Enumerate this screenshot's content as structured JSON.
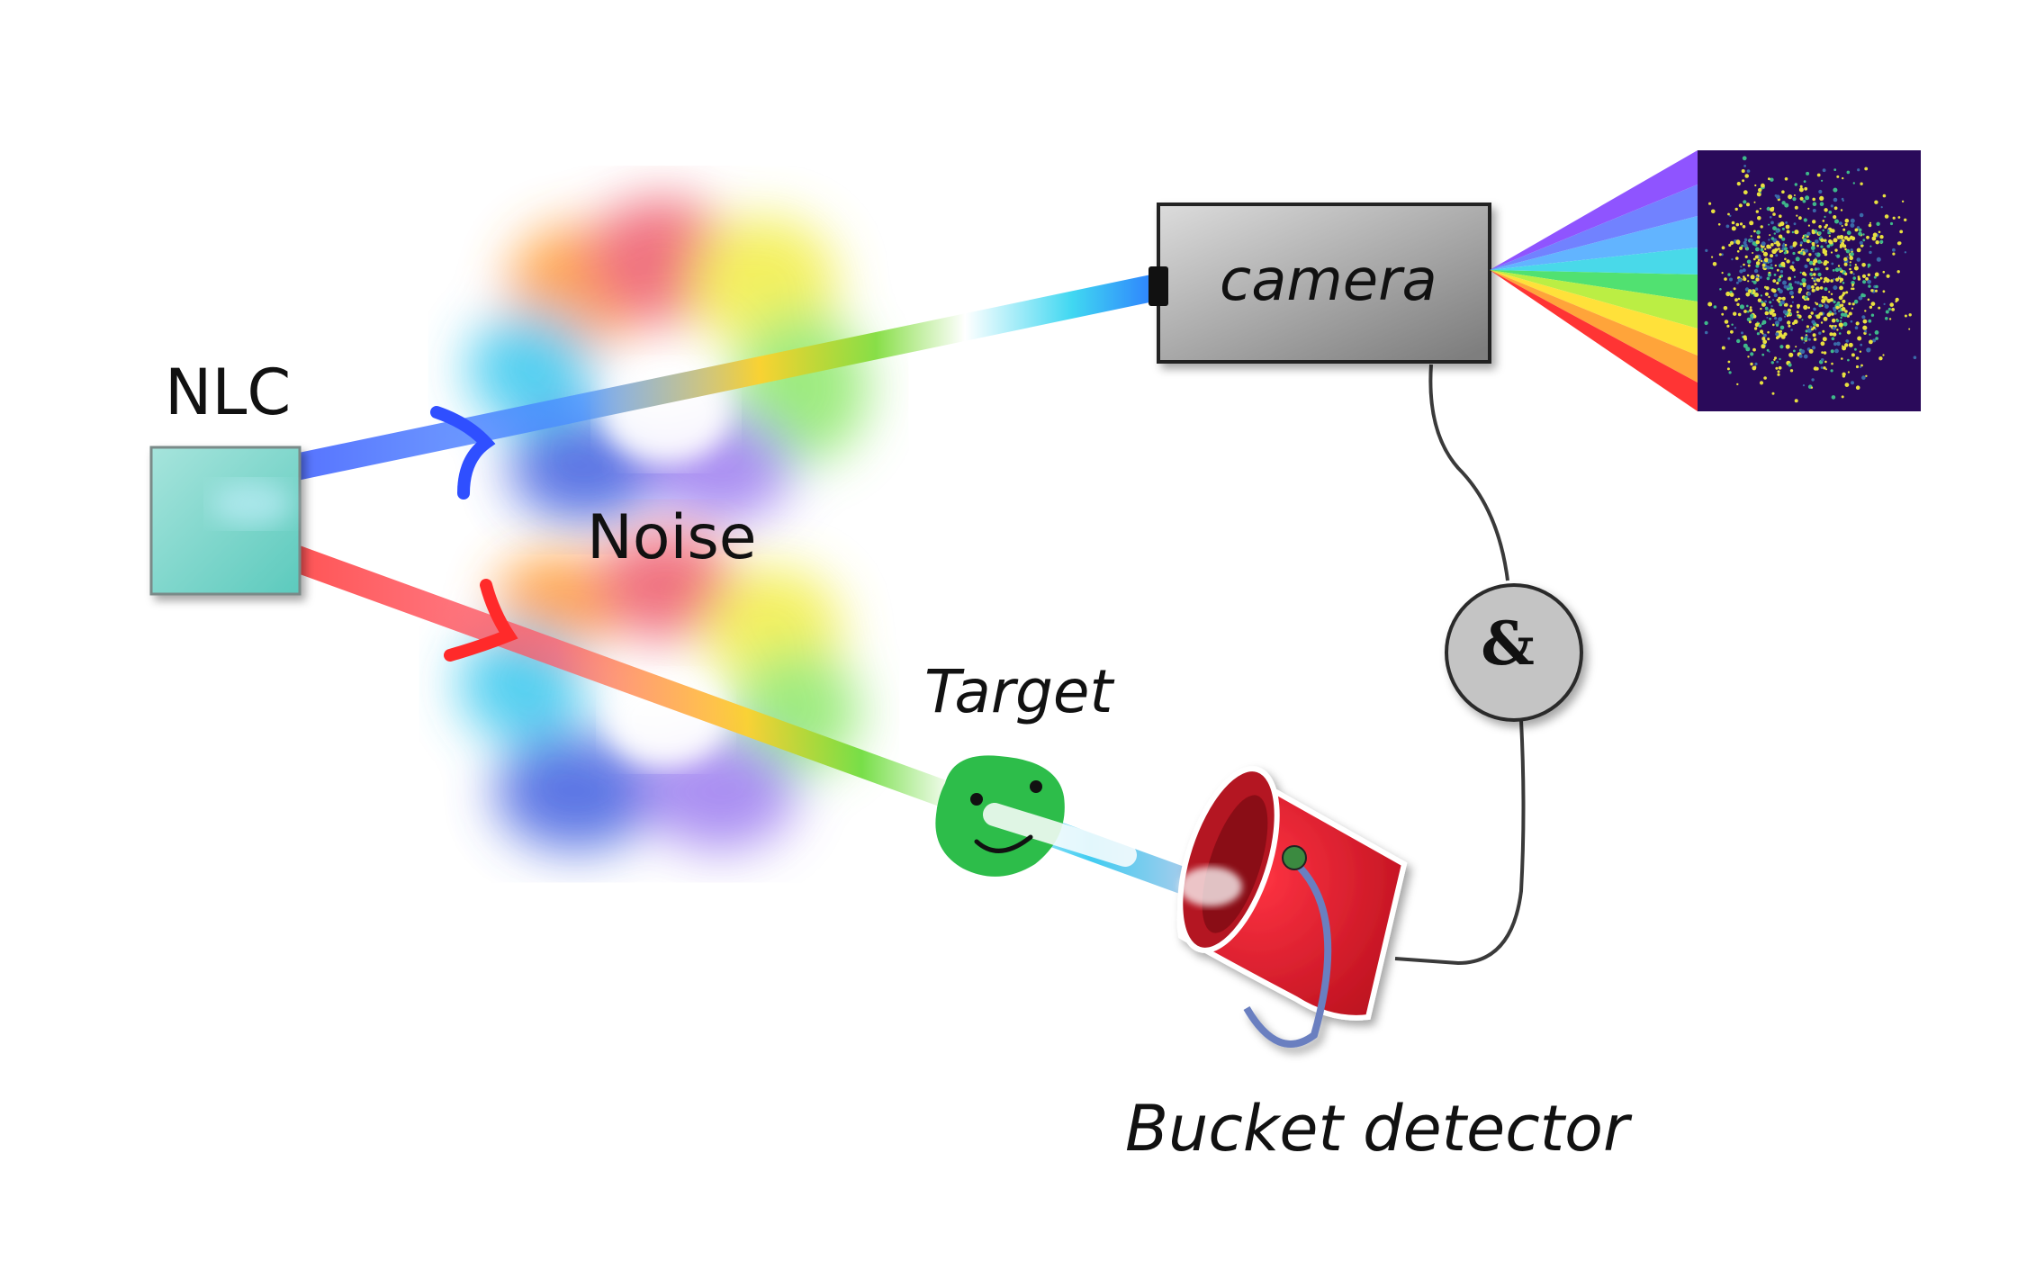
{
  "labels": {
    "nlc": "NLC",
    "noise": "Noise",
    "target": "Target",
    "camera": "camera",
    "coincidence": "&",
    "bucket": "Bucket detector"
  },
  "icons": {
    "crystal": "nlc-crystal-icon",
    "target": "smiley-face-icon",
    "bucket": "red-bucket-icon",
    "camera": "camera-icon",
    "coincidence": "and-gate-icon",
    "image": "speckle-image-icon"
  },
  "colors": {
    "crystal": "#7fd6cc",
    "target": "#2dbd4a",
    "bucket": "#e01b2c",
    "camera": "#a8a8a8",
    "image_background": "#2a0a5a",
    "image_speckle": "#e8e040",
    "idler_beam": "#3355ee",
    "signal_beam": "#ee2233"
  }
}
